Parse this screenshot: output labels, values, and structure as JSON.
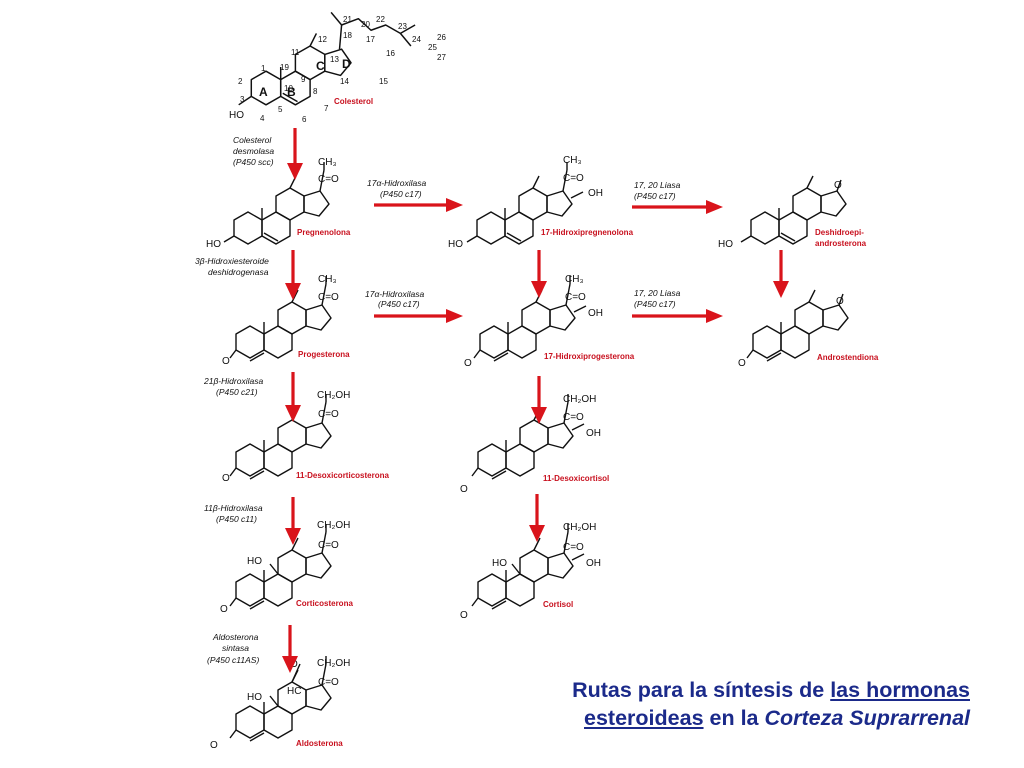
{
  "caption": {
    "part1": "Rutas para la síntesis de ",
    "part2": "las hormonas",
    "part3": "esteroideas",
    "part4": " en la ",
    "part5": "Corteza Suprarrenal"
  },
  "cholesterol": {
    "name": "Colesterol",
    "ring_labels": [
      "A",
      "B",
      "C",
      "D"
    ],
    "numbers": [
      "1",
      "2",
      "3",
      "4",
      "5",
      "6",
      "7",
      "8",
      "9",
      "10",
      "11",
      "12",
      "13",
      "14",
      "15",
      "16",
      "17",
      "18",
      "19",
      "20",
      "21",
      "22",
      "23",
      "24",
      "25",
      "26",
      "27"
    ],
    "ho": "HO"
  },
  "molecules": [
    {
      "id": "pregnenolona",
      "name": "Pregnenolona"
    },
    {
      "id": "17-hidroxipregnenolona",
      "name": "17-Hidroxipregnenolona"
    },
    {
      "id": "deshidroepiandrosterona",
      "name_line1": "Deshidroepi-",
      "name_line2": "androsterona"
    },
    {
      "id": "progesterona",
      "name": "Progesterona"
    },
    {
      "id": "17-hidroxiprogesterona",
      "name": "17-Hidroxiprogesterona"
    },
    {
      "id": "androstendiona",
      "name": "Androstendiona"
    },
    {
      "id": "11-desoxicorticosterona",
      "name": "11-Desoxicorticosterona"
    },
    {
      "id": "11-desoxicortisol",
      "name": "11-Desoxicortisol"
    },
    {
      "id": "corticosterona",
      "name": "Corticosterona"
    },
    {
      "id": "cortisol",
      "name": "Cortisol"
    },
    {
      "id": "aldosterona",
      "name": "Aldosterona"
    }
  ],
  "groups": {
    "ch3": "CH₃",
    "c_o": "C=O",
    "ch2oh": "CH₂OH",
    "oh": "OH",
    "ho": "HO",
    "o": "O",
    "hc": "HC"
  },
  "enzymes": {
    "desmolasa": [
      "Colesterol",
      "desmolasa",
      "(P450 scc)"
    ],
    "hsd3b": [
      "3β-Hidroxiesteroide",
      "deshidrogenasa"
    ],
    "hidroxilasa17a_1": [
      "17α-Hidroxilasa",
      "(P450 c17)"
    ],
    "hidroxilasa17a_2": [
      "17α-Hidroxilasa",
      "(P450 c17)"
    ],
    "liasa_1": [
      "17, 20 Liasa",
      "(P450 c17)"
    ],
    "liasa_2": [
      "17, 20 Liasa",
      "(P450 c17)"
    ],
    "hidroxilasa21b": [
      "21β-Hidroxilasa",
      "(P450 c21)"
    ],
    "hidroxilasa11b": [
      "11β-Hidroxilasa",
      "(P450 c11)"
    ],
    "aldosterona_sintasa": [
      "Aldosterona",
      "sintasa",
      "(P450 c11AS)"
    ]
  },
  "colors": {
    "arrow": "#d9141b",
    "label": "#c8101e",
    "caption": "#1b2a8a"
  }
}
